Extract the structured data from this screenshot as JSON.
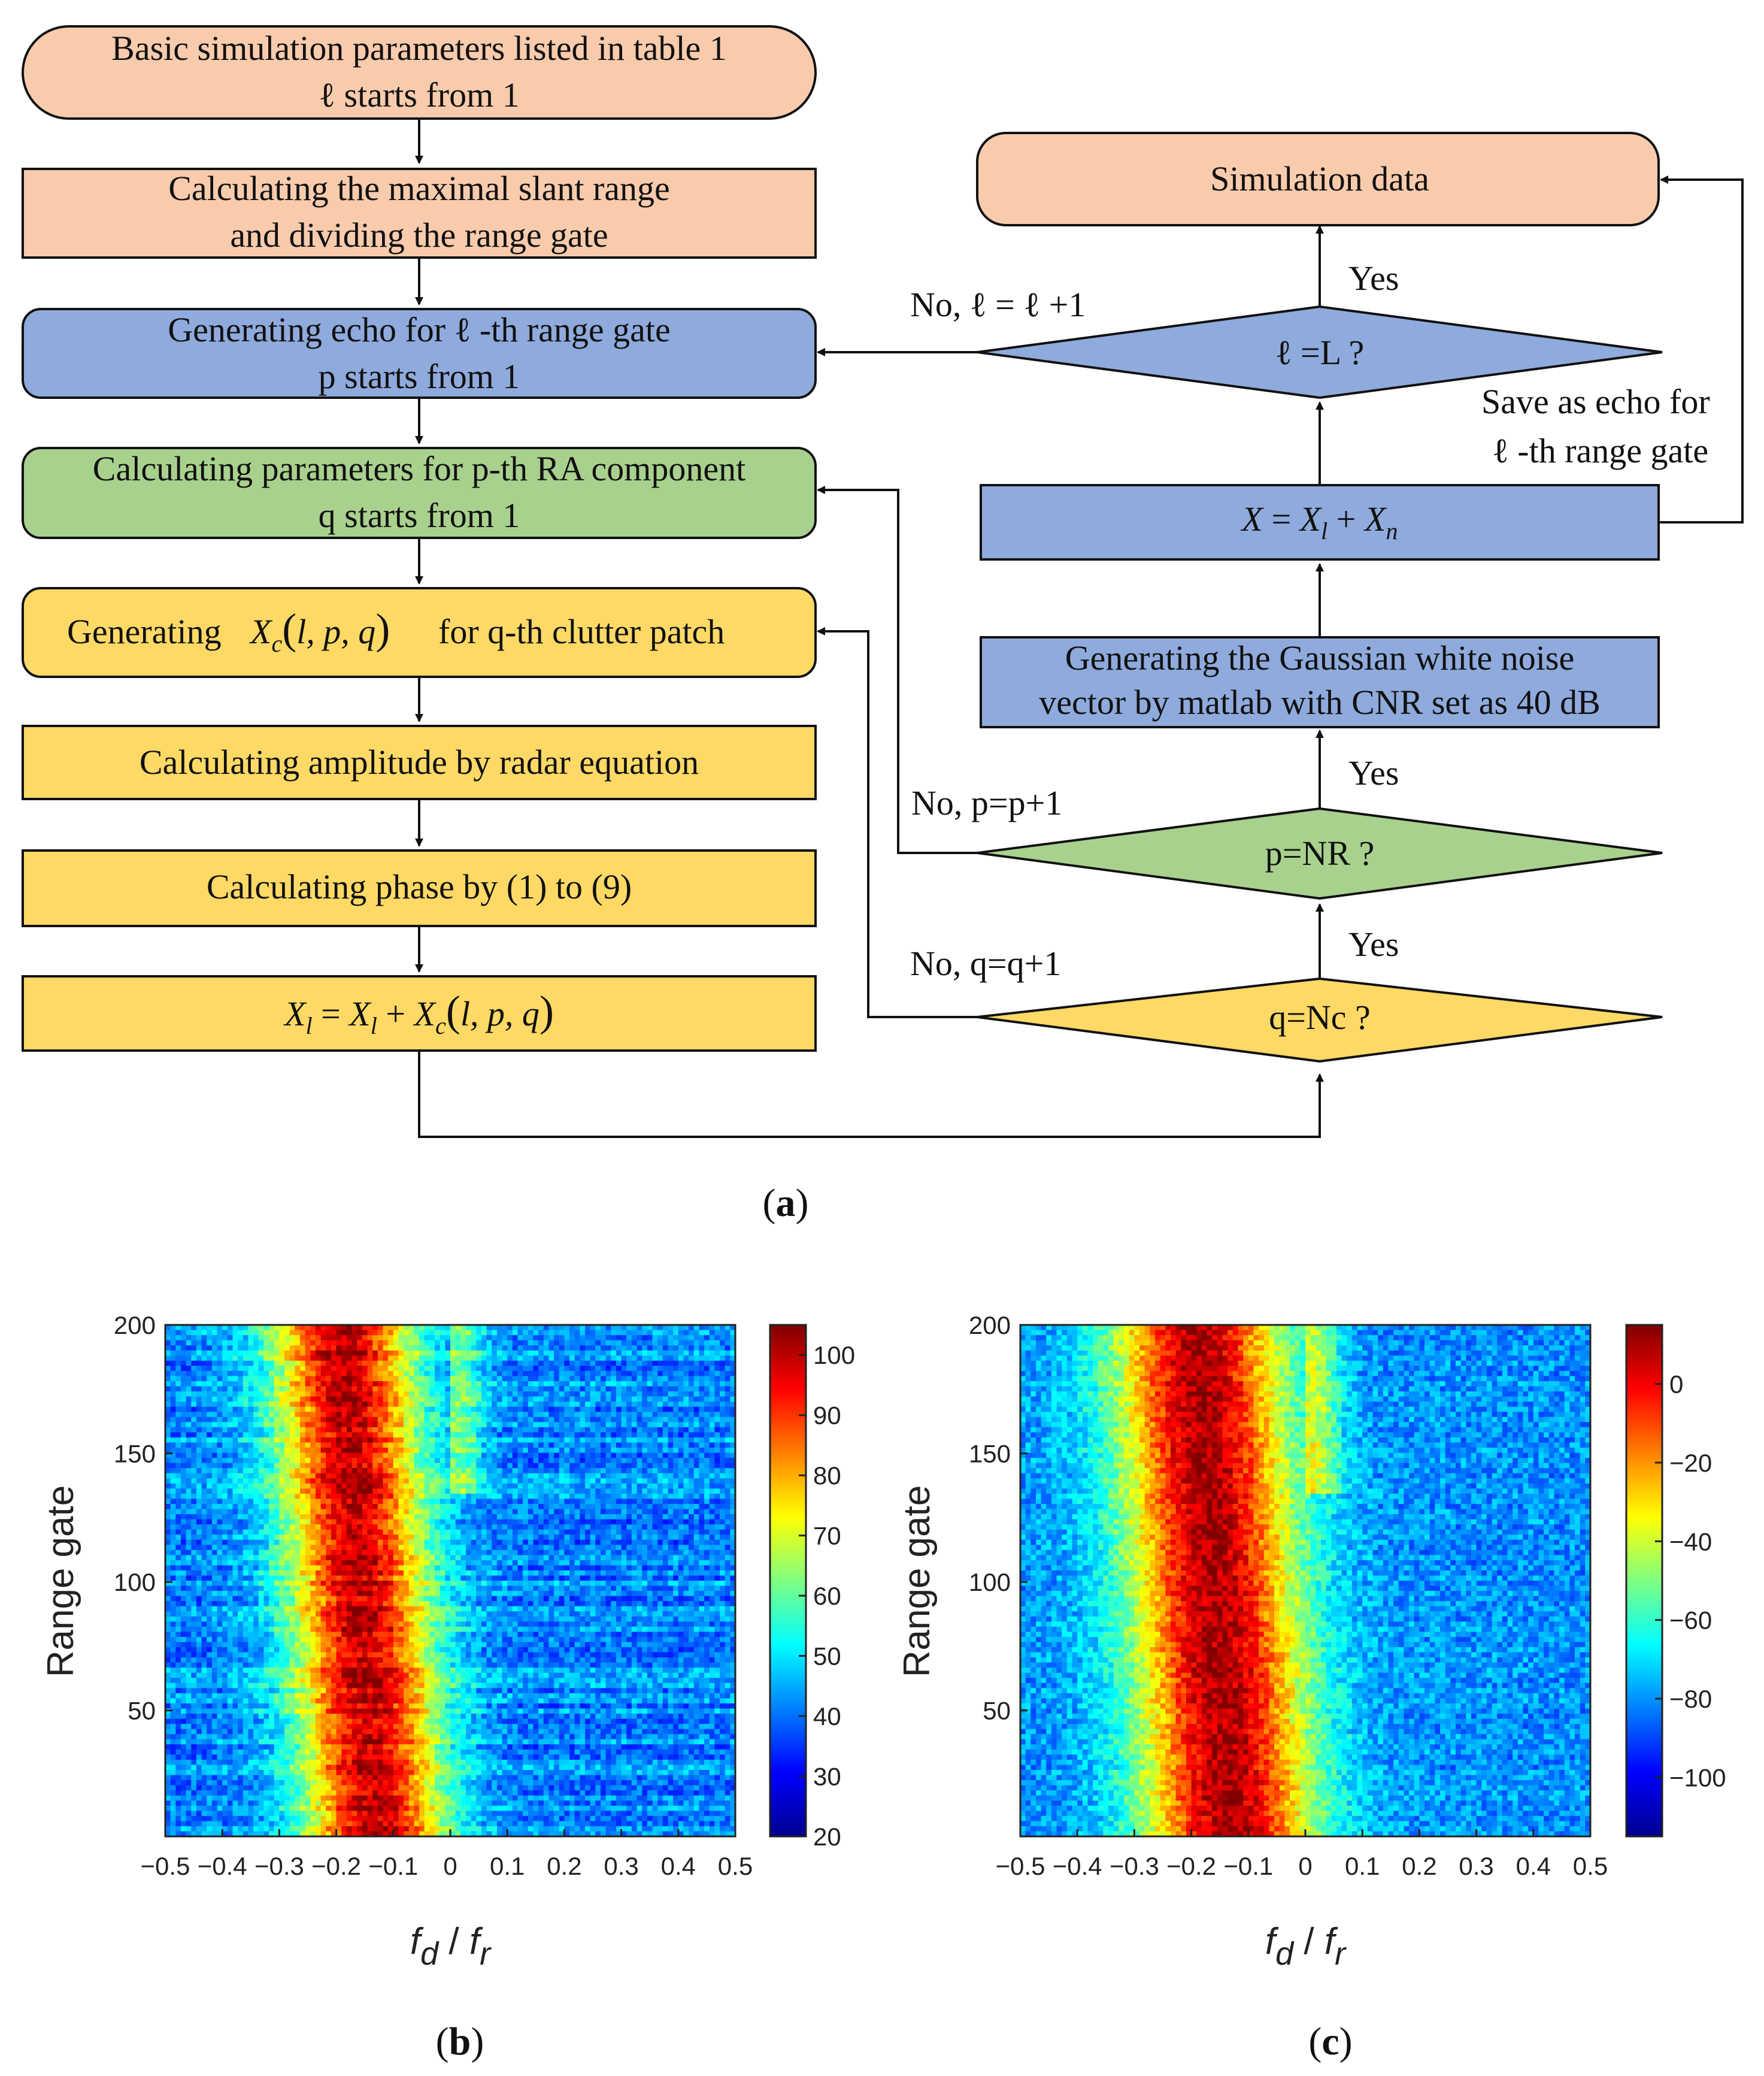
{
  "flowchart": {
    "nodes": {
      "basic_params": {
        "line1": "Basic simulation parameters listed in table 1",
        "line2": "ℓ  starts from 1",
        "color": "#f8cbad"
      },
      "max_slant": {
        "line1": "Calculating the maximal slant range",
        "line2": "and dividing the range gate",
        "color": "#f8cbad"
      },
      "gen_echo": {
        "line1": "Generating echo for  ℓ -th range gate",
        "line2": "p starts from 1",
        "color": "#8faadc"
      },
      "calc_ra": {
        "line1": "Calculating parameters for p-th RA component",
        "line2": "q starts from 1",
        "color": "#a9d18e"
      },
      "gen_patch": {
        "prefix": "Generating",
        "formula": "X_c(l,p,q)",
        "suffix": "for q-th  clutter patch",
        "color": "#ffd966"
      },
      "amplitude": {
        "line1": "Calculating amplitude by radar equation",
        "color": "#ffd966"
      },
      "phase": {
        "line1": "Calculating phase by (1) to (9)",
        "color": "#ffd966"
      },
      "accumulate": {
        "formula": "X_l = X_l + X_c(l,p,q)",
        "color": "#ffd966"
      },
      "sim_data": {
        "line1": "Simulation data",
        "color": "#f8cbad"
      },
      "check_l": {
        "line1": "ℓ =L ?",
        "color": "#8faadc"
      },
      "sum_noise": {
        "formula": "X = X_l + X_n",
        "color": "#8faadc"
      },
      "gen_noise": {
        "line1": "Generating the Gaussian white noise",
        "line2": "vector by matlab with CNR set as 40 dB",
        "color": "#8faadc"
      },
      "check_p": {
        "line1": "p=NR ?",
        "color": "#a9d18e"
      },
      "check_q": {
        "line1": "q=Nc ?",
        "color": "#ffd966"
      }
    },
    "edge_labels": {
      "yes_l": "Yes",
      "no_l": "No,  ℓ = ℓ +1",
      "save": "Save as echo for",
      "save2": "ℓ -th range gate",
      "yes_p": "Yes",
      "no_p": "No, p=p+1",
      "yes_q": "Yes",
      "no_q": "No, q=q+1"
    }
  },
  "captions": {
    "a": "a",
    "b": "b",
    "c": "c"
  },
  "chart_data": [
    {
      "type": "heatmap",
      "panel": "b",
      "xlabel": "f_d / f_r",
      "ylabel": "Range gate",
      "xlim": [
        -0.5,
        0.5
      ],
      "ylim": [
        1,
        200
      ],
      "x_ticks": [
        "−0.5",
        "−0.4",
        "−0.3",
        "−0.2",
        "−0.1",
        "0",
        "0.1",
        "0.2",
        "0.3",
        "0.4",
        "0.5"
      ],
      "y_ticks": [
        "50",
        "100",
        "150",
        "200"
      ],
      "colorbar": {
        "min": 20,
        "max": 105,
        "ticks": [
          "20",
          "30",
          "40",
          "50",
          "60",
          "70",
          "80",
          "90",
          "100"
        ]
      },
      "clutter_ridge": {
        "center_x": -0.16,
        "half_width": 0.14,
        "peak": 100,
        "background": 42
      },
      "discontinuity_gate": 135,
      "colormap": "jet"
    },
    {
      "type": "heatmap",
      "panel": "c",
      "xlabel": "f_d / f_r",
      "ylabel": "Range gate",
      "xlim": [
        -0.5,
        0.5
      ],
      "ylim": [
        1,
        200
      ],
      "x_ticks": [
        "−0.5",
        "−0.4",
        "−0.3",
        "−0.2",
        "−0.1",
        "0",
        "0.1",
        "0.2",
        "0.3",
        "0.4",
        "0.5"
      ],
      "y_ticks": [
        "50",
        "100",
        "150",
        "200"
      ],
      "colorbar": {
        "min": -115,
        "max": 15,
        "ticks": [
          "0",
          "−20",
          "−40",
          "−60",
          "−80",
          "−100"
        ]
      },
      "clutter_ridge": {
        "center_x": -0.16,
        "half_width": 0.17,
        "peak": 10,
        "background": -80
      },
      "discontinuity_gate": 135,
      "colormap": "jet"
    }
  ]
}
